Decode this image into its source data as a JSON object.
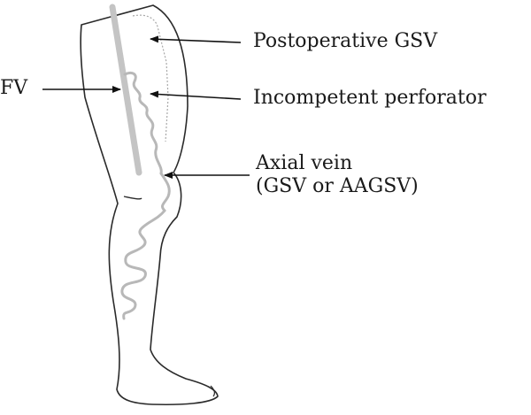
{
  "labels": {
    "fv": "FV",
    "postoperative_gsv": "Postoperative GSV",
    "incompetent_perforator": "Incompetent perforator",
    "axial_vein_line1": "Axial vein",
    "axial_vein_line2": "(GSV or AAGSV)"
  },
  "colors": {
    "outline": "#2a2a2a",
    "vein": "#b8b8b8",
    "femoral_vein": "#c4c4c4",
    "arrow": "#111111"
  }
}
